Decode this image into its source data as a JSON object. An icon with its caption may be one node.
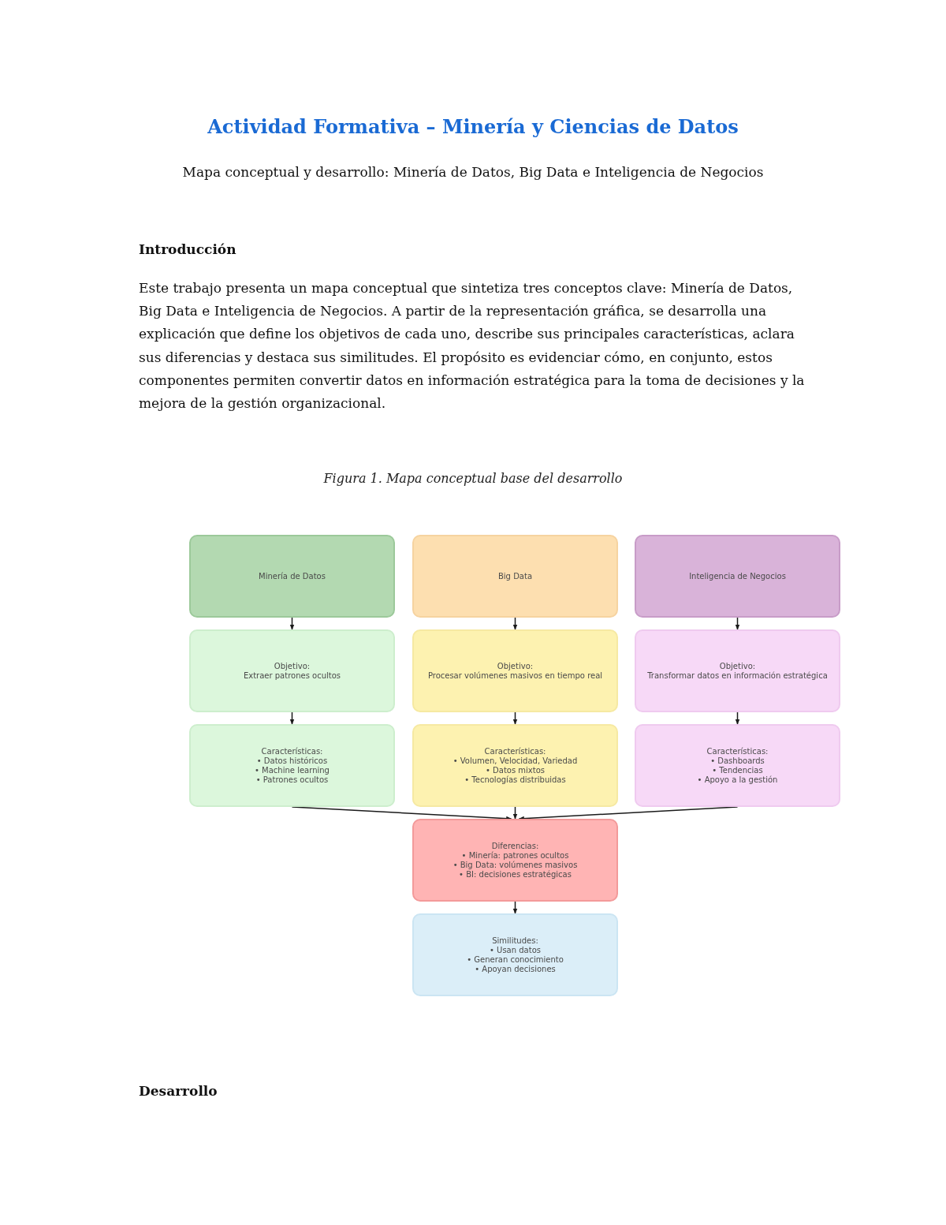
{
  "diagram": {
    "title": "Actividad Formativa – Minería y Ciencias de Datos",
    "caption": "Figura 1. Mapa conceptual base del desarrollo",
    "nodes": [
      {
        "text": [
          "Minería de Datos"
        ]
      },
      {
        "text": [
          "Big Data"
        ]
      },
      {
        "text": [
          "Inteligencia de Negocios"
        ]
      },
      {
        "text": [
          "Objetivo:",
          "Extraer patrones ocultos"
        ]
      },
      {
        "text": [
          "Objetivo:",
          "Procesar volúmenes masivos en tiempo real"
        ]
      },
      {
        "text": [
          "Objetivo:",
          "Transformar datos en información estratégica"
        ]
      },
      {
        "text": [
          "Características:",
          "• Datos históricos",
          "• Machine learning",
          "• Patrones ocultos"
        ]
      },
      {
        "text": [
          "Características:",
          "• Volumen, Velocidad, Variedad",
          "• Datos mixtos",
          "• Tecnologías distribuidas"
        ]
      },
      {
        "text": [
          "Características:",
          "• Dashboards",
          "• Tendencias",
          "• Apoyo a la gestión"
        ]
      },
      {
        "text": [
          "Diferencias:",
          "• Minería: patrones ocultos",
          "• Big Data: volúmenes masivos",
          "• BI: decisiones estratégicas"
        ]
      },
      {
        "text": [
          "Similitudes:",
          "• Usan datos",
          "• Generan conocimiento",
          "• Apoyan decisiones"
        ]
      }
    ],
    "edges": [
      {
        "from": 0,
        "to": 3,
        "arrow": "to"
      },
      {
        "from": 1,
        "to": 4,
        "arrow": "to"
      },
      {
        "from": 2,
        "to": 5,
        "arrow": "to"
      },
      {
        "from": 3,
        "to": 6,
        "arrow": "to"
      },
      {
        "from": 4,
        "to": 7,
        "arrow": "to"
      },
      {
        "from": 5,
        "to": 8,
        "arrow": "to"
      },
      {
        "from": 6,
        "to": 9,
        "arrow": "to"
      },
      {
        "from": 7,
        "to": 9,
        "arrow": "to"
      },
      {
        "from": 8,
        "to": 9,
        "arrow": "to"
      },
      {
        "from": 9,
        "to": 10,
        "arrow": "to"
      }
    ],
    "labels": [
      "Mapa conceptual y desarrollo: Minería de Datos, Big Data e Inteligencia de Negocios",
      "Introducción",
      "Este trabajo presenta un mapa conceptual que sintetiza tres conceptos clave: Minería de Datos, Big Data e Inteligencia de Negocios. A partir de la representación gráfica, se desarrolla una explicación que define los objetivos de cada uno, describe sus principales características, aclara sus diferencias y destaca sus similitudes. El propósito es evidenciar cómo, en conjunto, estos componentes permiten convertir datos en información estratégica para la toma de decisiones y la mejora de la gestión organizacional.",
      "Desarrollo"
    ]
  }
}
